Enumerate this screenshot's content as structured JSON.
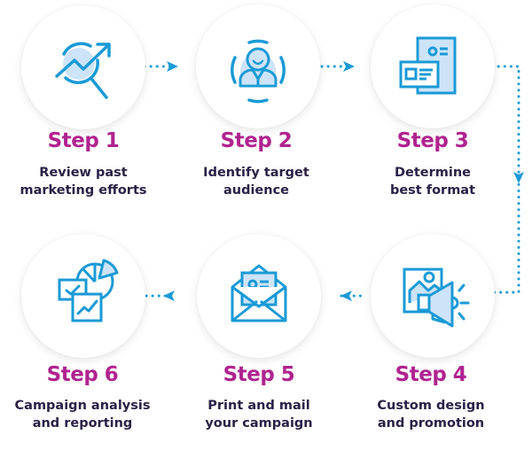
{
  "colors": {
    "title": "#b0238f",
    "description": "#2b2146",
    "icon_stroke": "#1a9ad6",
    "icon_fill": "#cde4f8",
    "connector": "#1a9ad6"
  },
  "steps": [
    {
      "title": "Step 1",
      "line1": "Review past",
      "line2": "marketing efforts",
      "icon": "magnifier-growth-chart-icon"
    },
    {
      "title": "Step 2",
      "line1": "Identify target",
      "line2": "audience",
      "icon": "target-audience-person-icon"
    },
    {
      "title": "Step 3",
      "line1": "Determine",
      "line2": "best format",
      "icon": "document-format-icon"
    },
    {
      "title": "Step 4",
      "line1": "Custom design",
      "line2": "and promotion",
      "icon": "image-megaphone-icon"
    },
    {
      "title": "Step 5",
      "line1": "Print and mail",
      "line2": "your campaign",
      "icon": "open-envelope-icon"
    },
    {
      "title": "Step 6",
      "line1": "Campaign analysis",
      "line2": "and reporting",
      "icon": "reports-pie-chart-icon"
    }
  ],
  "flow": [
    "Step 1",
    "Step 2",
    "Step 3",
    "Step 4",
    "Step 5",
    "Step 6"
  ]
}
